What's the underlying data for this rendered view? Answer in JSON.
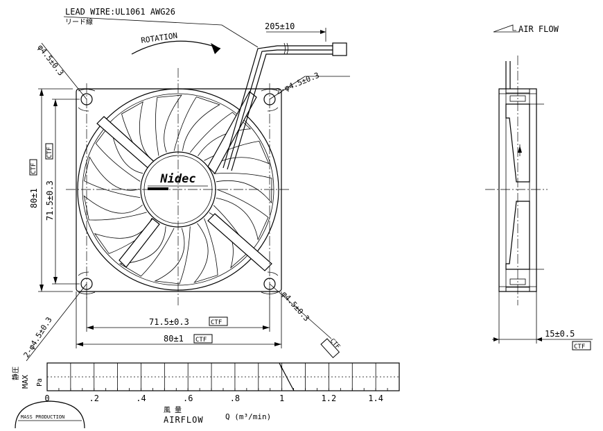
{
  "header": {
    "lead_wire": "LEAD WIRE:UL1061 AWG26",
    "lead_wire_jp": "リード線",
    "wire_length": "205±10",
    "rotation": "ROTATION",
    "air_flow": "AIR FLOW"
  },
  "dimensions": {
    "hole_tl": "φ4.5±0.3",
    "hole_tr": "2-φ4.5±0.3",
    "hole_bl": "2-φ4.5±0.3",
    "hole_br": "φ4.5±0.3",
    "inner_v": "71.5±0.3",
    "outer_v": "80±1",
    "inner_h": "71.5±0.3",
    "outer_h": "80±1",
    "thickness": "15±0.5",
    "ctf": "CTF"
  },
  "logo": {
    "brand": "Nidec"
  },
  "graph": {
    "ylabel_jp": "静圧",
    "ylabel_max": "MAX",
    "ylabel_unit": "Pa",
    "x_ticks": [
      "0",
      ".2",
      ".4",
      ".6",
      ".8",
      "1",
      "1.2",
      "1.4"
    ],
    "xlabel_jp": "風 量",
    "xlabel": "AIRFLOW",
    "xlabel_unit": "Q (m³/min)"
  },
  "stamp": {
    "text": "MASS PRODUCTION"
  }
}
